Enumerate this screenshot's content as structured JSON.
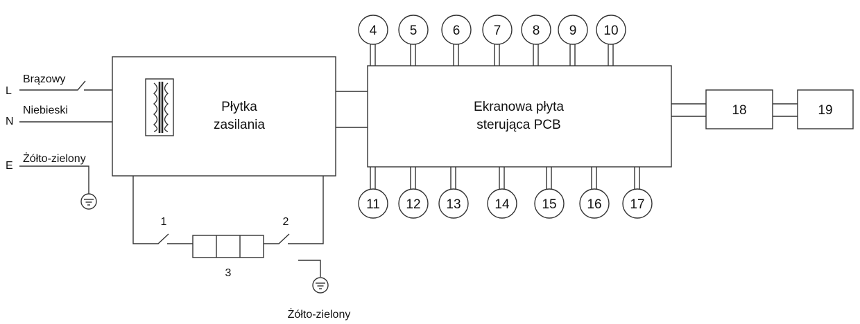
{
  "lines": {
    "L": {
      "terminal": "L",
      "color": "Brązowy"
    },
    "N": {
      "terminal": "N",
      "color": "Niebieski"
    },
    "E": {
      "terminal": "E",
      "color": "Żółto-zielony"
    }
  },
  "power_board": {
    "line1": "Płytka",
    "line2": "zasilania"
  },
  "control_board": {
    "line1": "Ekranowa płyta",
    "line2": "sterująca PCB"
  },
  "top_components": [
    "4",
    "5",
    "6",
    "7",
    "8",
    "9",
    "10"
  ],
  "bottom_components": [
    "11",
    "12",
    "13",
    "14",
    "15",
    "16",
    "17"
  ],
  "heater": {
    "switch1": "1",
    "switch2": "2",
    "element": "3"
  },
  "ground_bottom": {
    "color": "Żółto-zielony"
  },
  "right_chain": [
    "18",
    "19"
  ]
}
